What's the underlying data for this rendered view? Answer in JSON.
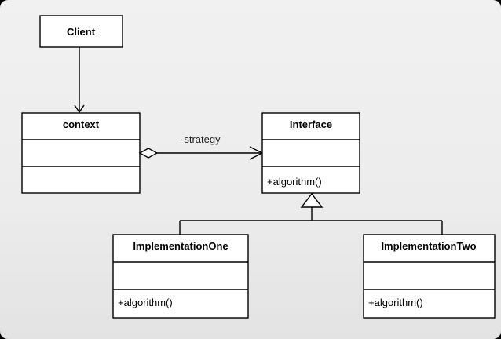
{
  "classes": {
    "client": {
      "name": "Client"
    },
    "context": {
      "name": "context"
    },
    "interface": {
      "name": "Interface",
      "method": "+algorithm()"
    },
    "impl_one": {
      "name": "ImplementationOne",
      "method": "+algorithm()"
    },
    "impl_two": {
      "name": "ImplementationTwo",
      "method": "+algorithm()"
    }
  },
  "associations": {
    "strategy_label": "-strategy"
  }
}
